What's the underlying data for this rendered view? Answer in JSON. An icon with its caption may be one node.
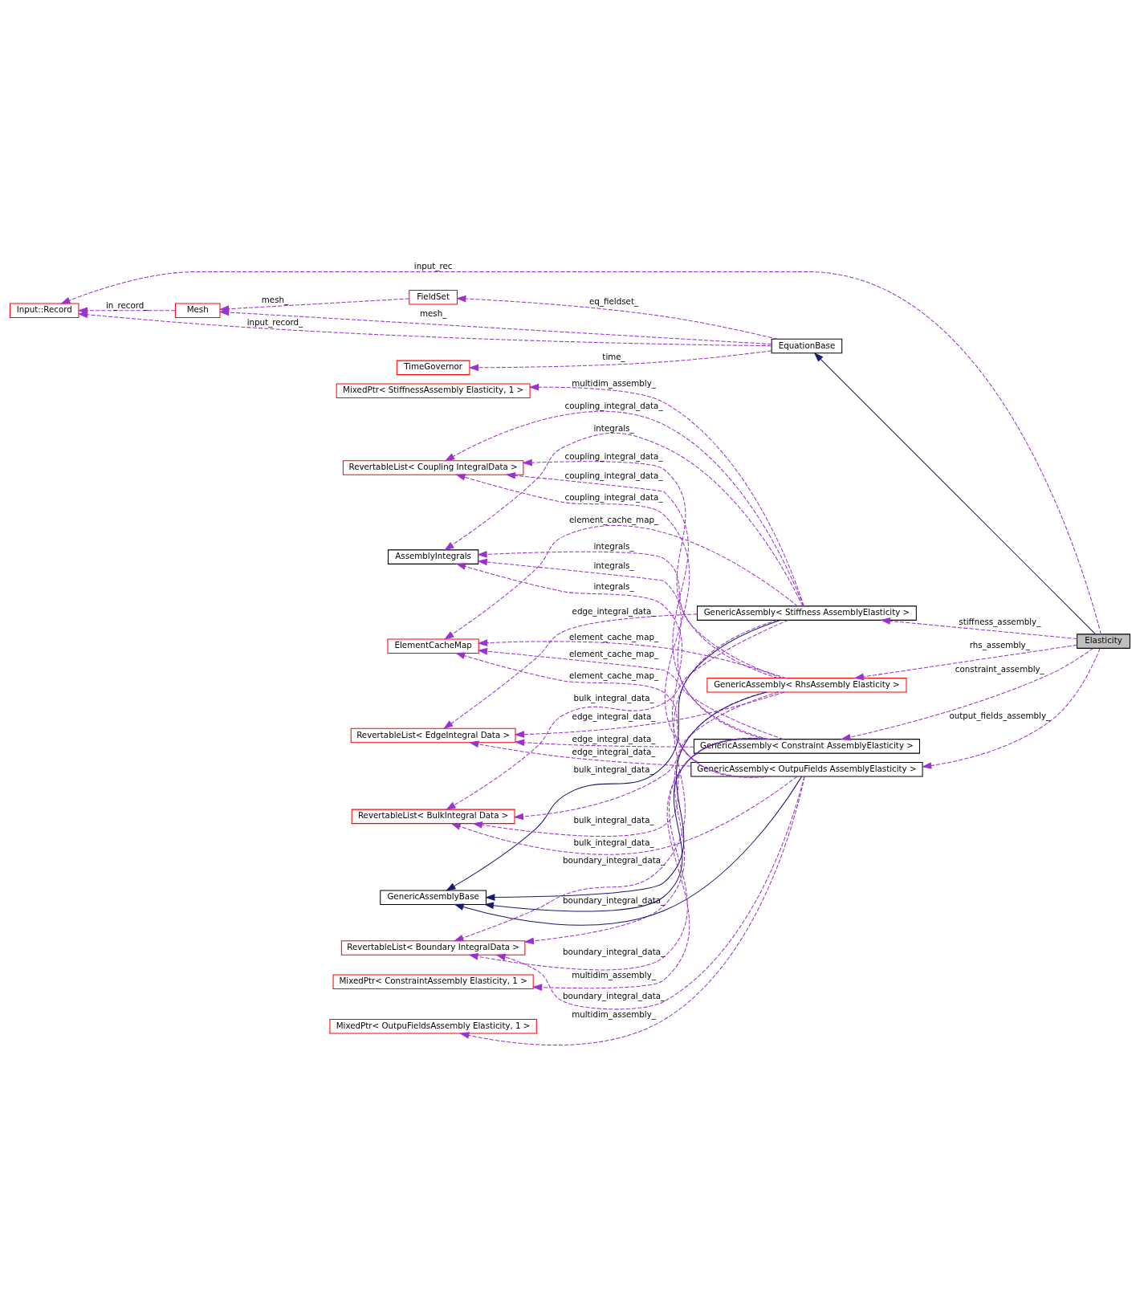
{
  "diagram": {
    "nodes": [
      {
        "text": [
          "Elasticity"
        ]
      },
      {
        "text": [
          "EquationBase"
        ]
      },
      {
        "text": [
          "TimeGovernor"
        ]
      },
      {
        "text": [
          "FieldSet"
        ]
      },
      {
        "text": [
          "Mesh"
        ]
      },
      {
        "text": [
          "Input::Record"
        ]
      },
      {
        "text": [
          "GenericAssembly< Stiffness AssemblyElasticity >"
        ]
      },
      {
        "text": [
          "MixedPtr< StiffnessAssembly Elasticity, 1 >"
        ]
      },
      {
        "text": [
          "RevertableList< Boundary IntegralData >"
        ]
      },
      {
        "text": [
          "RevertableList< Coupling IntegralData >"
        ]
      },
      {
        "text": [
          "RevertableList< EdgeIntegral Data >"
        ]
      },
      {
        "text": [
          "AssemblyIntegrals"
        ]
      },
      {
        "text": [
          "ElementCacheMap"
        ]
      },
      {
        "text": [
          "RevertableList< BulkIntegral Data >"
        ]
      },
      {
        "text": [
          "GenericAssemblyBase"
        ]
      },
      {
        "text": [
          "GenericAssembly< RhsAssembly Elasticity >"
        ]
      },
      {
        "text": [
          "GenericAssembly< OutpuFields AssemblyElasticity >"
        ]
      },
      {
        "text": [
          "MixedPtr< OutpuFieldsAssembly Elasticity, 1 >"
        ]
      },
      {
        "text": [
          "GenericAssembly< Constraint AssemblyElasticity >"
        ]
      },
      {
        "text": [
          "MixedPtr< ConstraintAssembly Elasticity, 1 >"
        ]
      }
    ],
    "edges": [
      {
        "from": 0,
        "to": 1,
        "arrow": "to",
        "color": "#191970"
      },
      {
        "from": 1,
        "to": 2,
        "arrow": "to",
        "label": "time_",
        "style": "dashed"
      },
      {
        "from": 1,
        "to": 3,
        "arrow": "to",
        "label": "eq_fieldset_",
        "style": "dashed"
      },
      {
        "from": 1,
        "to": 4,
        "arrow": "to",
        "label": "mesh_",
        "style": "dashed"
      },
      {
        "from": 3,
        "to": 4,
        "arrow": "to",
        "label": "mesh_",
        "style": "dashed"
      },
      {
        "from": 4,
        "to": 5,
        "arrow": "to",
        "label": "in_record_",
        "style": "dashed"
      },
      {
        "from": 1,
        "to": 5,
        "arrow": "to",
        "label": "input_record_",
        "style": "dashed"
      },
      {
        "from": 0,
        "to": 5,
        "arrow": "to",
        "label": "input_rec",
        "style": "dashed"
      },
      {
        "from": 0,
        "to": 6,
        "arrow": "to",
        "label": "stiffness_assembly_",
        "style": "dashed"
      },
      {
        "from": 0,
        "to": 15,
        "arrow": "to",
        "label": "rhs_assembly_",
        "style": "dashed"
      },
      {
        "from": 0,
        "to": 16,
        "arrow": "to",
        "label": "output_fields_assembly_",
        "style": "dashed"
      },
      {
        "from": 0,
        "to": 18,
        "arrow": "to",
        "label": "constraint_assembly_",
        "style": "dashed"
      },
      {
        "from": 6,
        "to": 7,
        "arrow": "to",
        "label": "multidim_assembly_",
        "style": "dashed"
      },
      {
        "from": 6,
        "to": 8,
        "arrow": "to",
        "label": "boundary_integral_data_",
        "style": "dashed"
      },
      {
        "from": 15,
        "to": 8,
        "arrow": "to",
        "label": "boundary_integral_data_",
        "style": "dashed"
      },
      {
        "from": 6,
        "to": 9,
        "arrow": "to",
        "label": "coupling_integral_data_",
        "style": "dashed"
      },
      {
        "from": 6,
        "to": 10,
        "arrow": "to",
        "label": "edge_integral_data_",
        "style": "dashed"
      },
      {
        "from": 6,
        "to": 11,
        "arrow": "to",
        "label": "integrals_",
        "style": "dashed"
      },
      {
        "from": 6,
        "to": 12,
        "arrow": "to",
        "label": "element_cache_map_",
        "style": "dashed"
      },
      {
        "from": 6,
        "to": 13,
        "arrow": "to",
        "label": "bulk_integral_data_",
        "style": "dashed"
      },
      {
        "from": 6,
        "to": 14,
        "arrow": "to",
        "color": "#191970"
      },
      {
        "from": 16,
        "to": 8,
        "arrow": "to",
        "label": "boundary_integral_data_",
        "style": "dashed"
      },
      {
        "from": 15,
        "to": 9,
        "arrow": "to",
        "label": "coupling_integral_data_",
        "style": "dashed"
      },
      {
        "from": 15,
        "to": 10,
        "arrow": "to",
        "label": "edge_integral_data_",
        "style": "dashed"
      },
      {
        "from": 15,
        "to": 11,
        "arrow": "to",
        "label": "integrals_",
        "style": "dashed"
      },
      {
        "from": 15,
        "to": 12,
        "arrow": "to",
        "label": "element_cache_map_",
        "style": "dashed"
      },
      {
        "from": 15,
        "to": 13,
        "arrow": "to",
        "label": "bulk_integral_data_",
        "style": "dashed"
      },
      {
        "from": 15,
        "to": 14,
        "arrow": "to",
        "color": "#191970"
      },
      {
        "from": 18,
        "to": 8,
        "arrow": "to",
        "label": "boundary_integral_data_",
        "style": "dashed"
      },
      {
        "from": 16,
        "to": 9,
        "arrow": "to",
        "label": "coupling_integral_data_",
        "style": "dashed"
      },
      {
        "from": 16,
        "to": 10,
        "arrow": "to",
        "label": "edge_integral_data_",
        "style": "dashed"
      },
      {
        "from": 16,
        "to": 11,
        "arrow": "to",
        "label": "integrals_",
        "style": "dashed"
      },
      {
        "from": 16,
        "to": 12,
        "arrow": "to",
        "label": "element_cache_map_",
        "style": "dashed"
      },
      {
        "from": 16,
        "to": 13,
        "arrow": "to",
        "label": "bulk_integral_data_",
        "style": "dashed"
      },
      {
        "from": 16,
        "to": 14,
        "arrow": "to",
        "color": "#191970"
      },
      {
        "from": 16,
        "to": 17,
        "arrow": "to",
        "label": "multidim_assembly_",
        "style": "dashed"
      },
      {
        "from": 18,
        "to": 9,
        "arrow": "to",
        "label": "coupling_integral_data_",
        "style": "dashed"
      },
      {
        "from": 18,
        "to": 10,
        "arrow": "to",
        "label": "edge_integral_data_",
        "style": "dashed"
      },
      {
        "from": 18,
        "to": 11,
        "arrow": "to",
        "label": "integrals_",
        "style": "dashed"
      },
      {
        "from": 18,
        "to": 12,
        "arrow": "to",
        "label": "element_cache_map_",
        "style": "dashed"
      },
      {
        "from": 18,
        "to": 13,
        "arrow": "to",
        "label": "bulk_integral_data_",
        "style": "dashed"
      },
      {
        "from": 18,
        "to": 14,
        "arrow": "to",
        "color": "#191970"
      },
      {
        "from": 18,
        "to": 19,
        "arrow": "to",
        "label": "multidim_assembly_",
        "style": "dashed"
      }
    ]
  }
}
